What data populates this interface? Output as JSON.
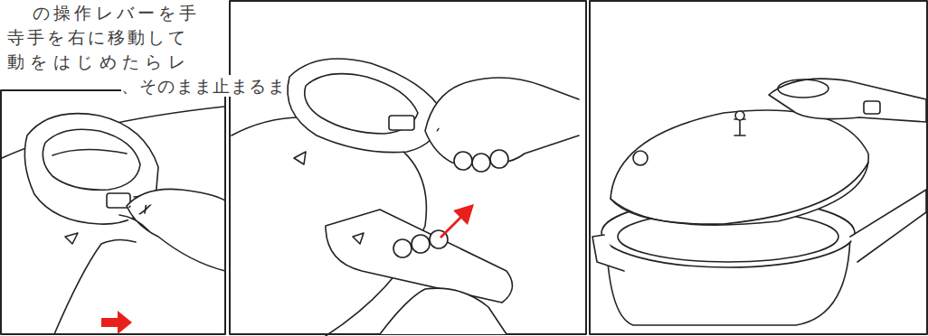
{
  "diagram": {
    "labels": [
      "の操作レバーを手",
      "寺手を右に移動して",
      "動をはじめたらレ",
      "、そのまま止まるま"
    ]
  }
}
